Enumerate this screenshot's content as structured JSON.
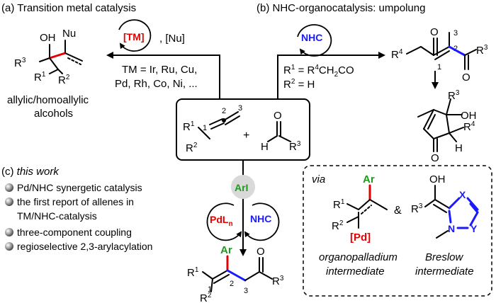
{
  "section_a": {
    "title": "(a) Transition metal catalysis",
    "catalyst": "[TM]",
    "reagent": ", [Nu]",
    "tm_line1": "TM = Ir, Ru, Cu,",
    "tm_line2": "Pd, Rh, Co, Ni, ...",
    "product_line1": "allylic/homoallylic",
    "product_line2": "alcohols"
  },
  "section_b": {
    "title": "(b) NHC-organocatalysis: umpolung",
    "catalyst": "NHC",
    "r1_def": "R¹ = R⁴CH₂CO",
    "r2_def": "R² = H"
  },
  "section_c": {
    "title_prefix": "(c) ",
    "title_italic": "this work",
    "bullets": [
      "Pd/NHC synergetic catalysis",
      "the first report of allenes in",
      "TM/NHC-catalysis",
      "three-component coupling",
      "regioselective 2,3-arylacylation"
    ]
  },
  "center": {
    "reagent": "ArI",
    "pd_cat": "PdL",
    "pd_sub": "n",
    "nhc_cat": "NHC"
  },
  "via_box": {
    "via": "via",
    "orgpd_line1": "organopalladium",
    "orgpd_line2": "intermediate",
    "breslow_line1": "Breslow",
    "breslow_line2": "intermediate",
    "amp": "&"
  },
  "labels": {
    "OH": "OH",
    "Nu": "Nu",
    "O": "O",
    "H": "H",
    "Ar": "Ar",
    "Pd": "[Pd]",
    "X": "X",
    "Y": "Y",
    "N": "N",
    "plus": "+",
    "n1": "1",
    "n2": "2",
    "n3": "3"
  },
  "colors": {
    "red": "#e60000",
    "blue": "#1a1aff",
    "green": "#1e9a1e",
    "grey_circle": "#d9d9d9"
  }
}
